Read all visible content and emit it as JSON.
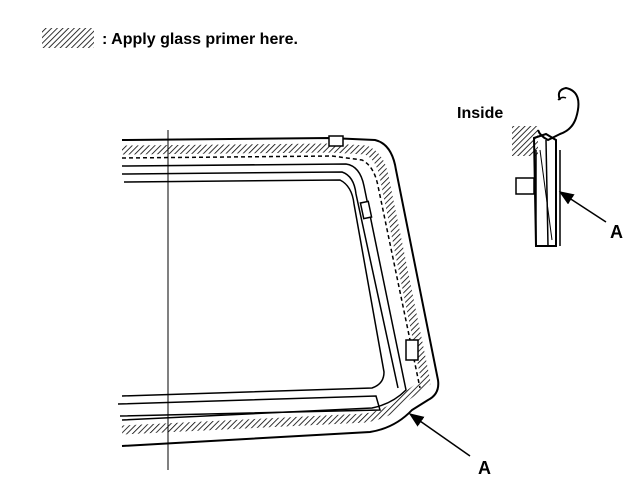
{
  "legend": {
    "text": ": Apply glass primer here.",
    "swatch_icon": "diagonal-hatch-swatch"
  },
  "labels": {
    "inside": "Inside",
    "callout_main": "A",
    "callout_detail": "A"
  },
  "colors": {
    "ink": "#000000",
    "background": "#ffffff"
  }
}
